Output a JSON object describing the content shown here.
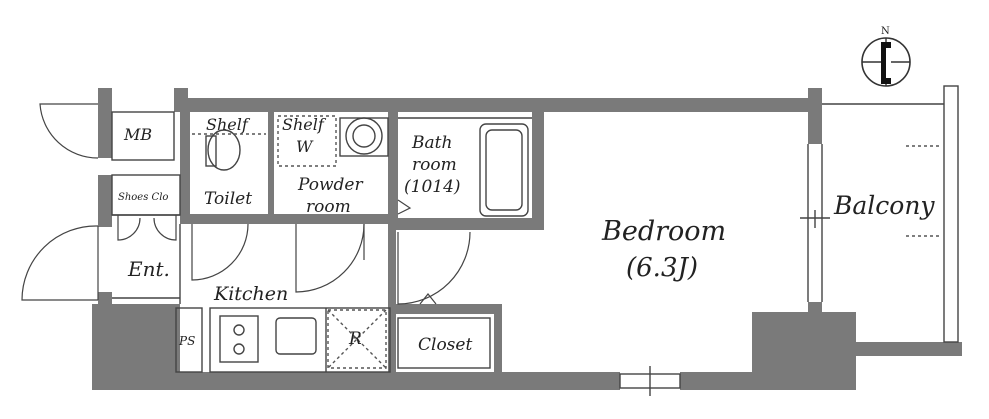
{
  "rooms": {
    "mb": "MB",
    "shelf_toilet": "Shelf",
    "shelf_powder": "Shelf",
    "washer": "W",
    "toilet": "Toilet",
    "powder": "Powder",
    "powder_room": "room",
    "bath_1": "Bath",
    "bath_2": "room",
    "bath_3": "(1014)",
    "shoes": "Shoes Clo",
    "entrance": "Ent.",
    "kitchen": "Kitchen",
    "ps": "PS",
    "fridge": "R",
    "closet": "Closet",
    "bedroom": "Bedroom",
    "bedroom_size": "(6.3J)",
    "balcony": "Balcony"
  },
  "compass": {
    "label": "N"
  }
}
